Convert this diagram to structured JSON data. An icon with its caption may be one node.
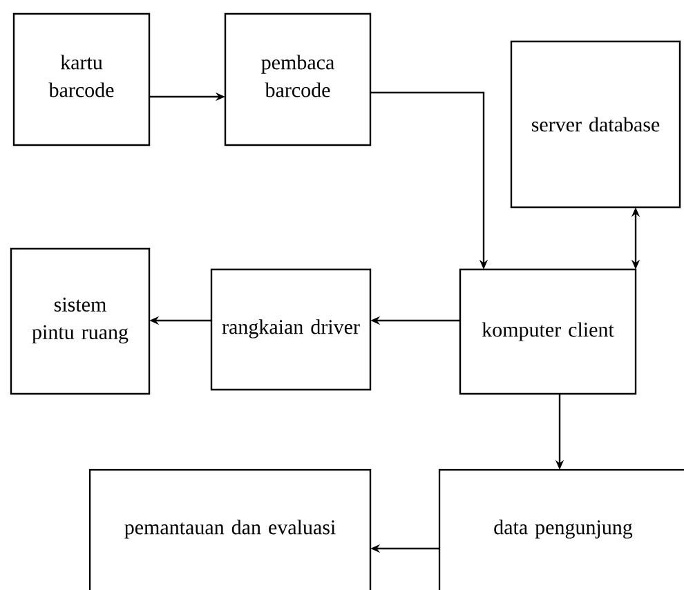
{
  "diagram": {
    "nodes": [
      {
        "text": [
          "kartu barcode"
        ]
      },
      {
        "text": [
          "pembaca barcode"
        ]
      },
      {
        "text": [
          "server database"
        ]
      },
      {
        "text": [
          "sistem pintu ruang"
        ]
      },
      {
        "text": [
          "rangkaian driver"
        ]
      },
      {
        "text": [
          "komputer client"
        ]
      },
      {
        "text": [
          "pemantauan dan evaluasi"
        ]
      },
      {
        "text": [
          "data pengunjung"
        ]
      }
    ],
    "edges": [
      {
        "from": 0,
        "to": 1,
        "arrow": "to"
      },
      {
        "from": 1,
        "to": 5,
        "arrow": "to"
      },
      {
        "from": 2,
        "to": 5,
        "arrow": "both"
      },
      {
        "from": 5,
        "to": 4,
        "arrow": "to"
      },
      {
        "from": 4,
        "to": 3,
        "arrow": "to"
      },
      {
        "from": 5,
        "to": 7,
        "arrow": "to"
      },
      {
        "from": 7,
        "to": 6,
        "arrow": "to"
      }
    ]
  }
}
